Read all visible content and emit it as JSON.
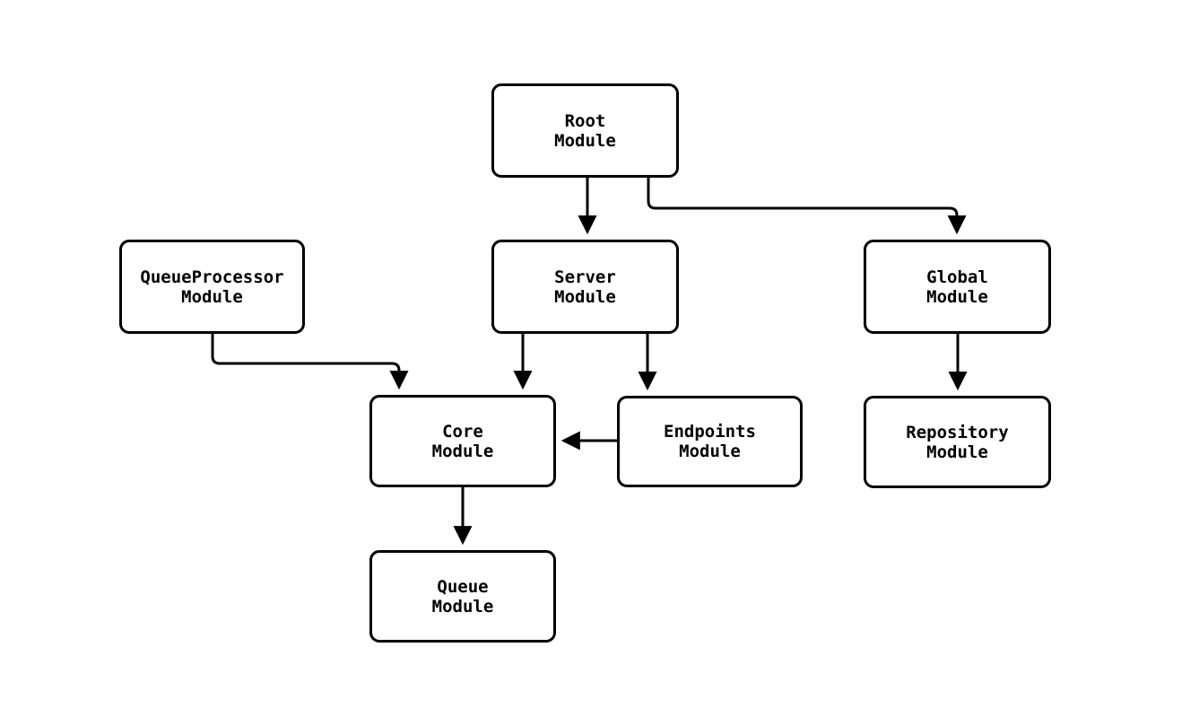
{
  "diagram": {
    "type": "module-dependency-graph",
    "background_color": "#ffffff",
    "line_color": "#000000",
    "nodes": {
      "root": {
        "label": "Root\nModule"
      },
      "queueprocessor": {
        "label": "QueueProcessor\nModule"
      },
      "server": {
        "label": "Server\nModule"
      },
      "global": {
        "label": "Global\nModule"
      },
      "core": {
        "label": "Core\nModule"
      },
      "endpoints": {
        "label": "Endpoints\nModule"
      },
      "repository": {
        "label": "Repository\nModule"
      },
      "queue": {
        "label": "Queue\nModule"
      }
    },
    "edges": [
      {
        "from": "root",
        "to": "server"
      },
      {
        "from": "root",
        "to": "global"
      },
      {
        "from": "queueprocessor",
        "to": "core"
      },
      {
        "from": "server",
        "to": "core"
      },
      {
        "from": "server",
        "to": "endpoints"
      },
      {
        "from": "endpoints",
        "to": "core"
      },
      {
        "from": "global",
        "to": "repository"
      },
      {
        "from": "core",
        "to": "queue"
      }
    ]
  }
}
